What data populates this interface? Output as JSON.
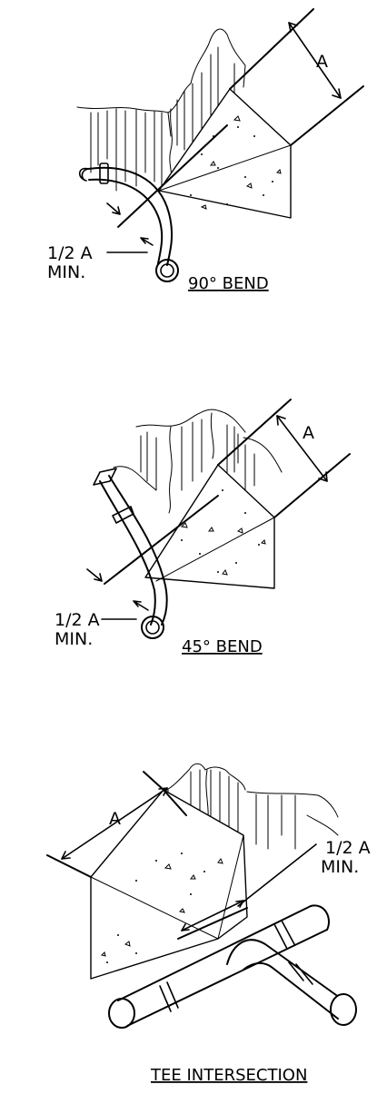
{
  "details": [
    {
      "title": "90° BEND",
      "dimension_label": "A",
      "clearance_label_line1": "1/2  A",
      "clearance_label_line2": "MIN."
    },
    {
      "title": "45° BEND",
      "dimension_label": "A",
      "clearance_label_line1": "1/2  A",
      "clearance_label_line2": "MIN."
    },
    {
      "title": "TEE INTERSECTION",
      "dimension_label": "A",
      "clearance_label_line1": "1/2  A",
      "clearance_label_line2": "MIN."
    }
  ]
}
